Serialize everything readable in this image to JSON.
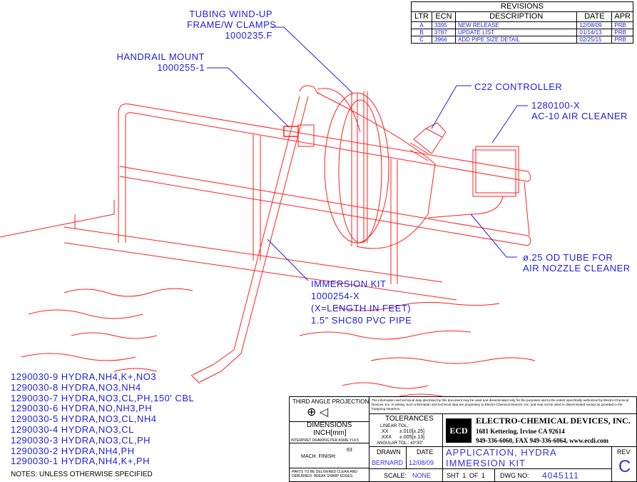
{
  "revisions": {
    "title": "REVISIONS",
    "headers": [
      "LTR",
      "ECN",
      "DESCRIPTION",
      "DATE",
      "APR"
    ],
    "rows": [
      [
        "A",
        "3395",
        "NEW RELEASE",
        "12/08/09",
        "PRB"
      ],
      [
        "B",
        "3787",
        "UPDATE LIST",
        "01/14/13",
        "PRB"
      ],
      [
        "C",
        "3966",
        "ADD PIPE SIZE DETAIL",
        "02/25/15",
        "PRB"
      ]
    ]
  },
  "callouts": {
    "tubing": [
      "TUBING WIND-UP",
      "FRAME/W CLAMPS",
      "1000235.F"
    ],
    "handrail": [
      "HANDRAIL MOUNT",
      "1000255-1"
    ],
    "controller": [
      "C22 CONTROLLER"
    ],
    "air_cleaner": [
      "1280100-X",
      "AC-10 AIR CLEANER"
    ],
    "tube": [
      "ø.25 OD TUBE FOR",
      "AIR NOZZLE CLEANER"
    ],
    "immersion": [
      "IMMERSION KIT",
      "1000254-X",
      "(X=LENGTH IN FEET)",
      "1.5\" SHC80 PVC PIPE"
    ]
  },
  "parts": [
    "1290030-9 HYDRA,NH4,K+,NO3",
    "1290030-8 HYDRA,NO3,NH4",
    "1290030-7 HYDRA,NO3,CL,PH,150' CBL",
    "1290030-6 HYDRA,NO,NH3,PH",
    "1290030-5 HYDRA,NO3,CL,NH4",
    "1290030-4 HYDRA,NO3,CL",
    "1290030-3 HYDRA,NO3,CL,PH",
    "1290030-2 HYDRA,NH4,PH",
    "1290030-1 HYDRA,NH4,K+,PH"
  ],
  "notes": "NOTES: UNLESS OTHERWISE SPECIFIED",
  "title_block": {
    "projection": "THIRD ANGLE PROJECTION",
    "dimensions": "DIMENSIONS",
    "units": "INCH[mm]",
    "interpret": "INTERPRET DRAWING PER ASME Y14.5",
    "finish": "MACH. FINISH:",
    "finish_value": "63",
    "parts_note": "PARTS TO BE DELIVERED CLEAN AND DEBURRED. BREAK SHARP EDGES.",
    "disclaimer": "The information and technical data disclosed by this document may be used and disseminated only for the purposes and to the extent specifically authorized by Electro-Chemical Devices, Inc. in writing. Such information and technical data are proprietary to Electro-Chemical Devices, Inc. and may not be used or disseminated except as provided in the foregoing sentence.",
    "tolerances": "TOLERANCES",
    "linear": "LINEAR TOL.:",
    "xx": ".XX",
    "xx_val": "±.010[±.25]",
    "xxx": ".XXX",
    "xxx_val": "±.005[±.13]",
    "angular": "ANGULAR TOL.: ±0°30\"",
    "company": "ELECTRO-CHEMICAL DEVICES, INC.",
    "address": "1681 Kettering, Irvine CA 92614",
    "phone": "949-336-6060, FAX 949-336-6064, www.ecdi.com",
    "logo": "ECD",
    "drawn_label": "DRAWN",
    "drawn": "BERNARD",
    "date_label": "DATE",
    "date": "12/08/09",
    "title1": "APPLICATION, HYDRA",
    "title2": "IMMERSION KIT",
    "rev_label": "REV",
    "rev": "C",
    "scale_label": "SCALE:",
    "scale": "NONE",
    "sheet": "SHT 1 OF 1",
    "dwg_label": "DWG NO:",
    "dwg": "4045111"
  },
  "colors": {
    "drawing": "#ff2020",
    "callout": "#2020e0"
  }
}
